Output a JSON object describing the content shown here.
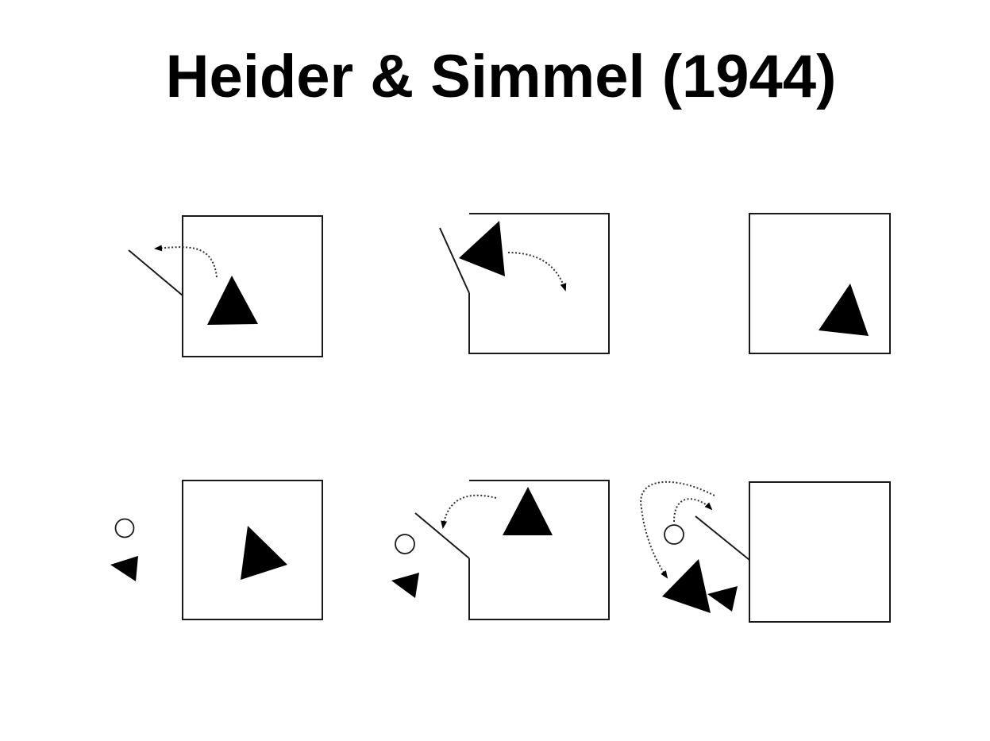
{
  "title": "Heider & Simmel (1944)",
  "colors": {
    "background": "#ffffff",
    "ink": "#000000",
    "box_stroke": "#1a1a1a"
  },
  "panels": [
    {
      "id": "panel-1",
      "elements": [
        "house",
        "open-door",
        "big-triangle",
        "dotted-arrow"
      ]
    },
    {
      "id": "panel-2",
      "elements": [
        "house",
        "open-door",
        "big-triangle",
        "dotted-arrow"
      ]
    },
    {
      "id": "panel-3",
      "elements": [
        "house",
        "big-triangle"
      ]
    },
    {
      "id": "panel-4",
      "elements": [
        "house",
        "big-triangle",
        "circle",
        "small-triangle"
      ]
    },
    {
      "id": "panel-5",
      "elements": [
        "house",
        "open-door",
        "big-triangle",
        "dotted-arrow",
        "circle",
        "small-triangle"
      ]
    },
    {
      "id": "panel-6",
      "elements": [
        "house",
        "open-door",
        "big-triangle",
        "dotted-arrow",
        "dotted-arrow",
        "circle",
        "small-triangle"
      ]
    }
  ]
}
